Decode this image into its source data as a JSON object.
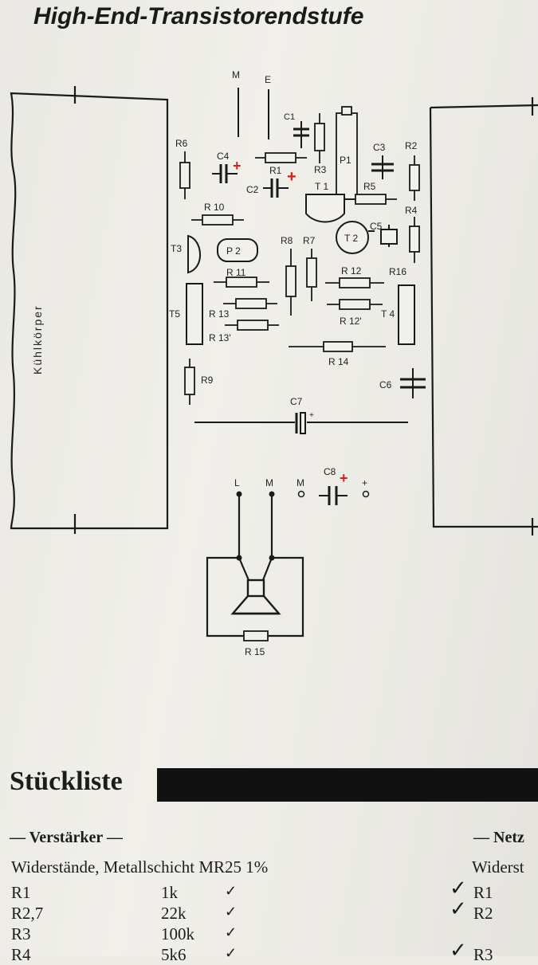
{
  "title": "High-End-Transistorendstufe",
  "heatsink_label": "Kühlkörper",
  "terminals": {
    "top_m": "M",
    "top_e": "E"
  },
  "components": {
    "c1": "C1",
    "c2": "C2",
    "c3": "C3",
    "c4": "C4",
    "c5": "C5",
    "c6": "C6",
    "c7": "C7",
    "c8": "C8",
    "r1": "R1",
    "r2": "R2",
    "r3": "R3",
    "r4": "R4",
    "r5": "R5",
    "r6": "R6",
    "r7": "R7",
    "r8": "R8",
    "r9": "R9",
    "r10": "R 10",
    "r11": "R 11",
    "r12": "R 12",
    "r12b": "R 12'",
    "r13": "R 13",
    "r13b": "R 13'",
    "r14": "R 14",
    "r15": "R 15",
    "r16": "R16",
    "p1": "P1",
    "p2": "P 2",
    "t1": "T 1",
    "t2": "T 2",
    "t3": "T3",
    "t4": "T 4",
    "t5": "T5"
  },
  "output_terminals": {
    "l": "L",
    "m": "M",
    "m2": "M",
    "plus": "+"
  },
  "parts_list": {
    "title": "Stückliste",
    "section_amp": "— Verstärker —",
    "section_net": "— Netz",
    "resistors_heading": "Widerstände, Metallschicht MR25 1%",
    "net_heading": "Widerst",
    "rows": [
      {
        "ref": "R1",
        "value": "1k",
        "check": "✓"
      },
      {
        "ref": "R2,7",
        "value": "22k",
        "check": "✓"
      },
      {
        "ref": "R3",
        "value": "100k",
        "check": "✓"
      },
      {
        "ref": "R4",
        "value": "5k6",
        "check": "✓"
      }
    ],
    "net_rows": [
      {
        "ref": "R1",
        "check": "✓"
      },
      {
        "ref": "R2",
        "check": "✓"
      },
      {
        "ref": "R3",
        "check": "✓"
      }
    ]
  },
  "colors": {
    "ink": "#1a1a1a",
    "polarity_mark": "#d42020",
    "bar": "#111111"
  }
}
